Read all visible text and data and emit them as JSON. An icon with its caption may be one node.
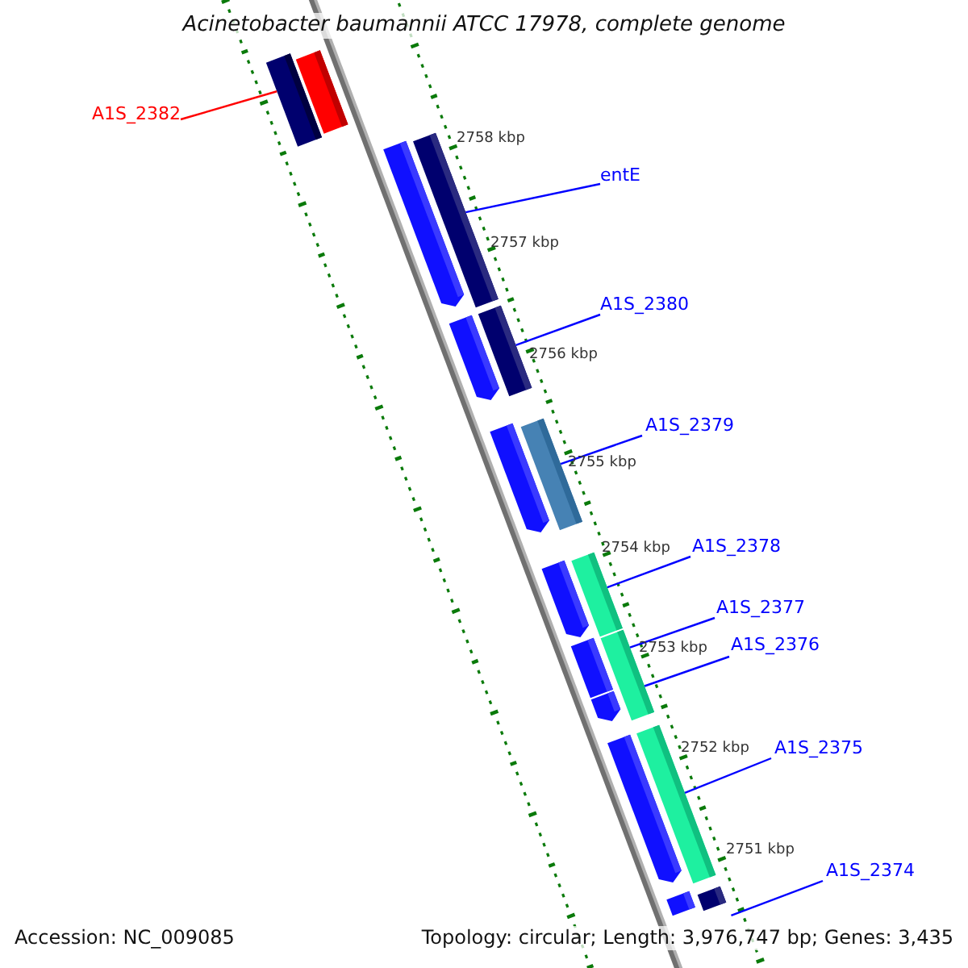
{
  "diagram": {
    "title": "Acinetobacter baumannii ATCC 17978, complete genome",
    "nodes": [
      {
        "text": [
          "A1S_2382"
        ]
      },
      {
        "text": [
          "entE"
        ]
      },
      {
        "text": [
          "A1S_2380"
        ]
      },
      {
        "text": [
          "A1S_2379"
        ]
      },
      {
        "text": [
          "A1S_2378"
        ]
      },
      {
        "text": [
          "A1S_2377"
        ]
      },
      {
        "text": [
          "A1S_2376"
        ]
      },
      {
        "text": [
          "A1S_2375"
        ]
      },
      {
        "text": [
          "A1S_2374"
        ]
      },
      {
        "text": [],
        "shape": "bar"
      },
      {
        "text": [],
        "shape": "bar"
      },
      {
        "text": [],
        "shape": "bar"
      },
      {
        "text": [],
        "shape": "bar"
      },
      {
        "text": [],
        "shape": "bar"
      },
      {
        "text": [],
        "shape": "bar"
      },
      {
        "text": [],
        "shape": "bar"
      },
      {
        "text": [],
        "shape": "bar"
      },
      {
        "text": [],
        "shape": "bar"
      },
      {
        "text": [],
        "shape": "bar"
      },
      {
        "text": [],
        "shape": "bar"
      },
      {
        "text": [],
        "shape": "bar"
      },
      {
        "text": [],
        "shape": "bar"
      },
      {
        "text": [],
        "shape": "bar"
      },
      {
        "text": [],
        "shape": "bar"
      },
      {
        "text": [],
        "shape": "bar"
      },
      {
        "text": [],
        "shape": "bar"
      }
    ],
    "edges": [
      {
        "from": 0,
        "to": 9,
        "arrow": "none",
        "color": "#ff0000"
      },
      {
        "from": 1,
        "to": 19,
        "arrow": "none"
      },
      {
        "from": 2,
        "to": 20,
        "arrow": "none"
      },
      {
        "from": 3,
        "to": 21,
        "arrow": "none"
      },
      {
        "from": 4,
        "to": 22,
        "arrow": "none"
      },
      {
        "from": 5,
        "to": 23,
        "arrow": "none"
      },
      {
        "from": 6,
        "to": 23,
        "arrow": "none"
      },
      {
        "from": 7,
        "to": 24,
        "arrow": "none"
      },
      {
        "from": 8,
        "to": 25,
        "arrow": "none"
      }
    ],
    "labels": [
      "2758 kbp",
      "2757 kbp",
      "2756 kbp",
      "2755 kbp",
      "2754 kbp",
      "2753 kbp",
      "2752 kbp",
      "2751 kbp",
      "Accession: NC_009085",
      "Topology: circular; Length: 3,976,747 bp; Genes: 3,435"
    ]
  }
}
